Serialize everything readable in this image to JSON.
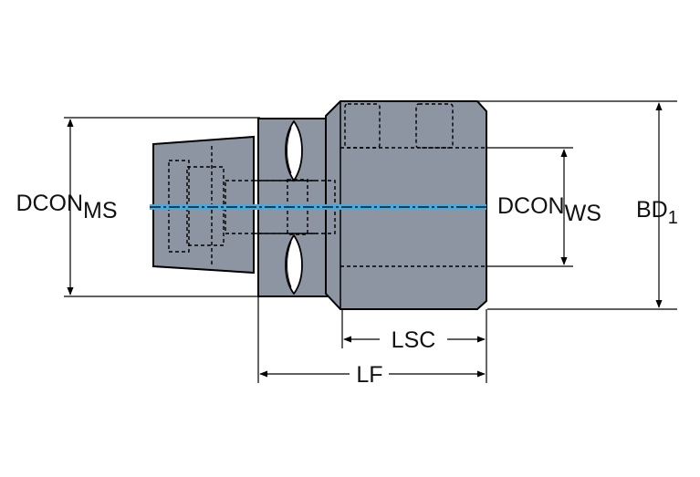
{
  "labels": {
    "dcon_ms": {
      "main": "DCON",
      "sub": "MS"
    },
    "dcon_ws": {
      "main": "DCON",
      "sub": "WS"
    },
    "bd": {
      "main": "BD",
      "sub": "1"
    },
    "lsc": "LSC",
    "lf": "LF"
  },
  "colors": {
    "body_fill": "#8d95a3",
    "outline": "#000000",
    "centerline": "#4aa8dc",
    "background": "#ffffff"
  }
}
